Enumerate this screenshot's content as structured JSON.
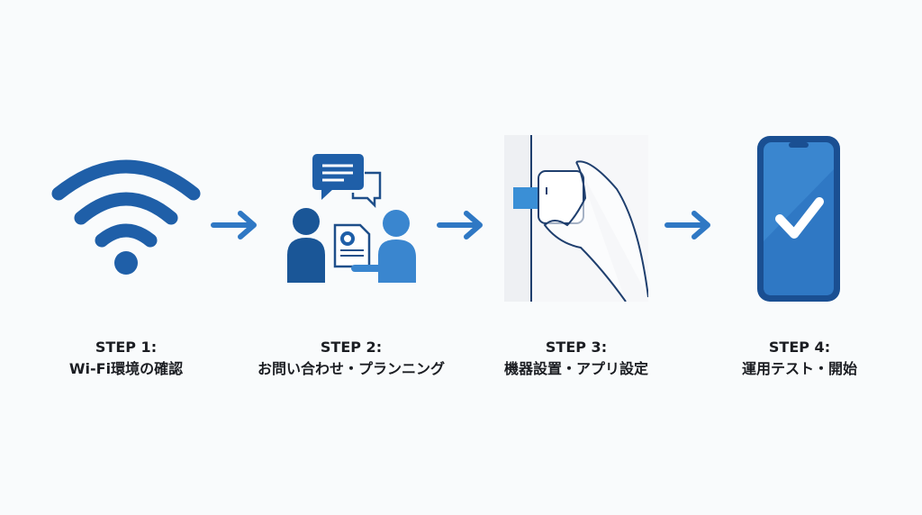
{
  "colors": {
    "primary": "#1f5fa8",
    "light": "#3a86cf",
    "dark": "#174a8a"
  },
  "steps": [
    {
      "step": "STEP 1:",
      "title": "Wi-Fi環境の確認",
      "icon": "wifi-icon"
    },
    {
      "step": "STEP 2:",
      "title": "お問い合わせ・プランニング",
      "icon": "consultation-icon"
    },
    {
      "step": "STEP 3:",
      "title": "機器設置・アプリ設定",
      "icon": "device-install-icon"
    },
    {
      "step": "STEP 4:",
      "title": "運用テスト・開始",
      "icon": "smartphone-check-icon"
    }
  ]
}
